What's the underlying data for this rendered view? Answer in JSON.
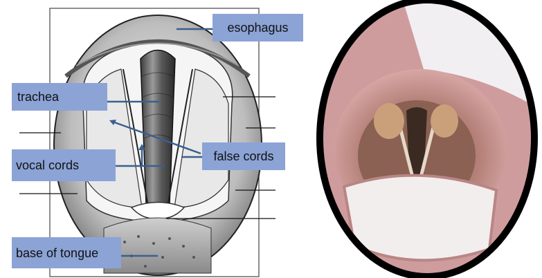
{
  "diagram": {
    "labels": {
      "esophagus": "esophagus",
      "trachea": "trachea",
      "false_cords": "false cords",
      "vocal_cords": "vocal cords",
      "base_of_tongue": "base of tongue"
    }
  },
  "colors": {
    "label_fill": "#8ca3d6",
    "pointer_line": "#3a5f8f",
    "outline": "#222222"
  }
}
